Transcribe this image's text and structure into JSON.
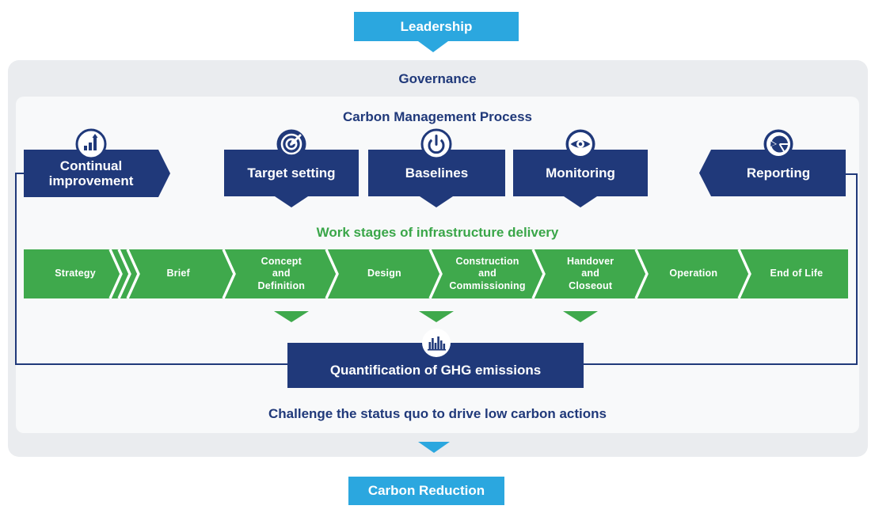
{
  "banners": {
    "top": "Leadership",
    "bottom": "Carbon Reduction"
  },
  "panels": {
    "governance_title": "Governance",
    "process_title": "Carbon Management Process"
  },
  "process": {
    "boxes": [
      {
        "label": "Continual\nimprovement",
        "icon": "growth-chart-icon"
      },
      {
        "label": "Target setting",
        "icon": "target-dart-icon"
      },
      {
        "label": "Baselines",
        "icon": "power-dial-icon"
      },
      {
        "label": "Monitoring",
        "icon": "eye-icon"
      },
      {
        "label": "Reporting",
        "icon": "pie-chart-icon"
      }
    ]
  },
  "work_stages": {
    "title": "Work stages of infrastructure delivery",
    "segments": [
      "Strategy",
      "Brief",
      "Concept\nand\nDefinition",
      "Design",
      "Construction\nand\nCommissioning",
      "Handover\nand\nCloseout",
      "Operation",
      "End of Life"
    ]
  },
  "quantification": {
    "label": "Quantification of GHG emissions",
    "icon": "histogram-icon"
  },
  "messages": {
    "challenge": "Challenge the status quo to drive low carbon actions"
  },
  "colors": {
    "navy": "#20397A",
    "blue": "#2BA7DF",
    "green": "#3FA94C",
    "green_text": "#3AA649",
    "panel_gray": "#EAECEF",
    "panel_white": "#F8F9FA"
  }
}
